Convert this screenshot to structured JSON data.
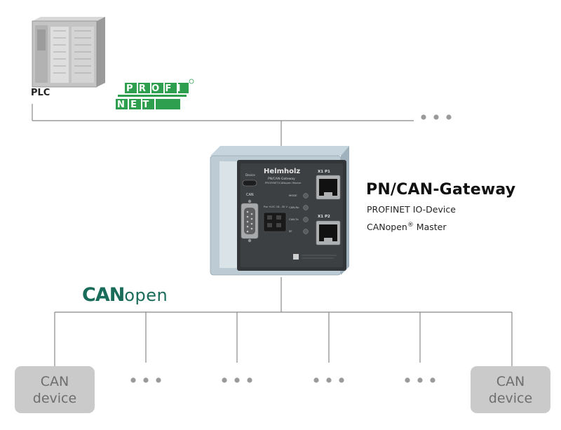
{
  "plc": {
    "label": "PLC"
  },
  "profinet_logo": {
    "top": "PROFI",
    "bottom": "NET"
  },
  "gateway": {
    "title": "PN/CAN-Gateway",
    "subtitle_1": "PROFINET IO-Device",
    "subtitle_2_main": "CANopen",
    "subtitle_2_reg": "®",
    "subtitle_2_tail": " Master",
    "device_brand": "Helmholz",
    "device_model": "PN/CAN-Gateway",
    "device_sub": "PROFINET/CANopen Master",
    "port1": "X1 P1",
    "port2": "X1 P2",
    "device_label": "Device",
    "can_label": "CAN",
    "leds": [
      "MODE",
      "CAN-Rx",
      "CAN-Tx",
      "SF"
    ],
    "power_label": "Pwr 9-DC 18...30 V"
  },
  "canopen_logo": {
    "bold": "CAN",
    "thin": "open"
  },
  "can_device_left": {
    "line1": "CAN",
    "line2": "device"
  },
  "can_device_right": {
    "line1": "CAN",
    "line2": "device"
  },
  "colors": {
    "profinet_green": "#2e9e4f",
    "canopen_green": "#1a6c5a",
    "wire_gray": "#888888",
    "device_box_gray": "#cacaca",
    "device_text_gray": "#6e6e6e"
  }
}
